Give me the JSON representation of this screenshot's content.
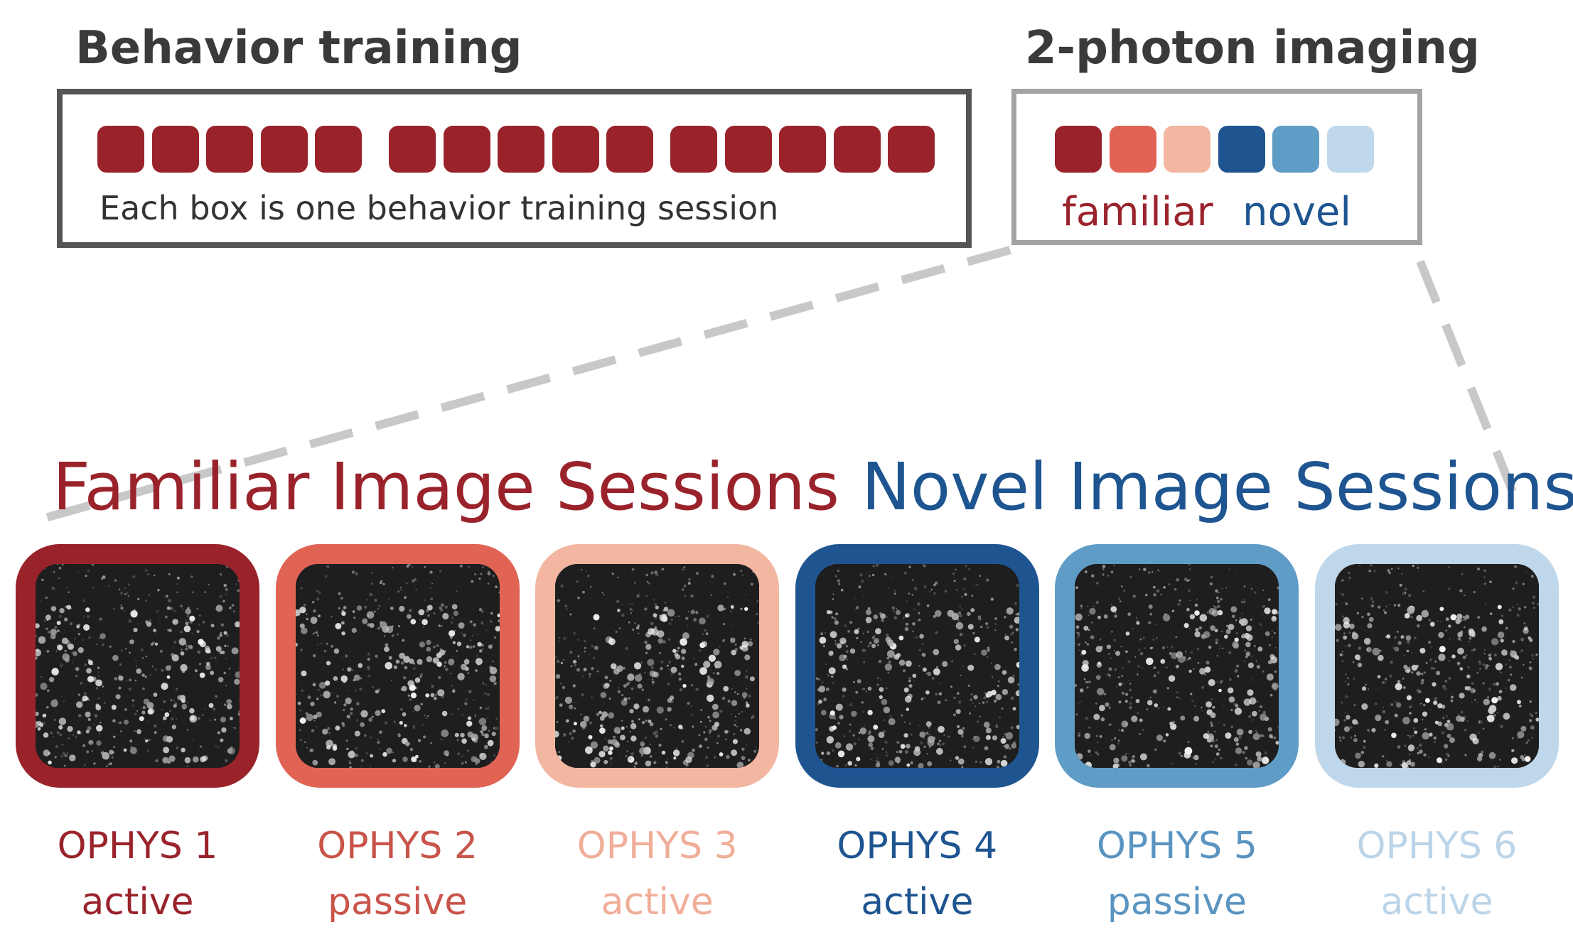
{
  "behavior": {
    "title": "Behavior training",
    "caption": "Each box is one behavior training session",
    "session_count": 15,
    "session_color": "#9a232b"
  },
  "imaging": {
    "title": "2-photon imaging",
    "familiar_label": "familiar",
    "novel_label": "novel",
    "swatches": [
      "#9a232b",
      "#e06354",
      "#f2b6a1",
      "#1e5591",
      "#5f9cc6",
      "#bfd7ea"
    ]
  },
  "groups": {
    "familiar_title": "Familiar Image Sessions",
    "novel_title": "Novel Image Sessions",
    "familiar_color": "#9a232b",
    "novel_color": "#1e5591"
  },
  "sessions": [
    {
      "name": "OPHYS 1",
      "mode": "active",
      "color": "#9a232b",
      "text_color": "#9a232b"
    },
    {
      "name": "OPHYS 2",
      "mode": "passive",
      "color": "#e06354",
      "text_color": "#c9544a"
    },
    {
      "name": "OPHYS 3",
      "mode": "active",
      "color": "#f2b6a1",
      "text_color": "#f0ae99"
    },
    {
      "name": "OPHYS 4",
      "mode": "active",
      "color": "#1e5591",
      "text_color": "#1e5591"
    },
    {
      "name": "OPHYS 5",
      "mode": "passive",
      "color": "#5f9cc6",
      "text_color": "#5a94c0"
    },
    {
      "name": "OPHYS 6",
      "mode": "active",
      "color": "#bfd7ea",
      "text_color": "#bcd4e8"
    }
  ]
}
